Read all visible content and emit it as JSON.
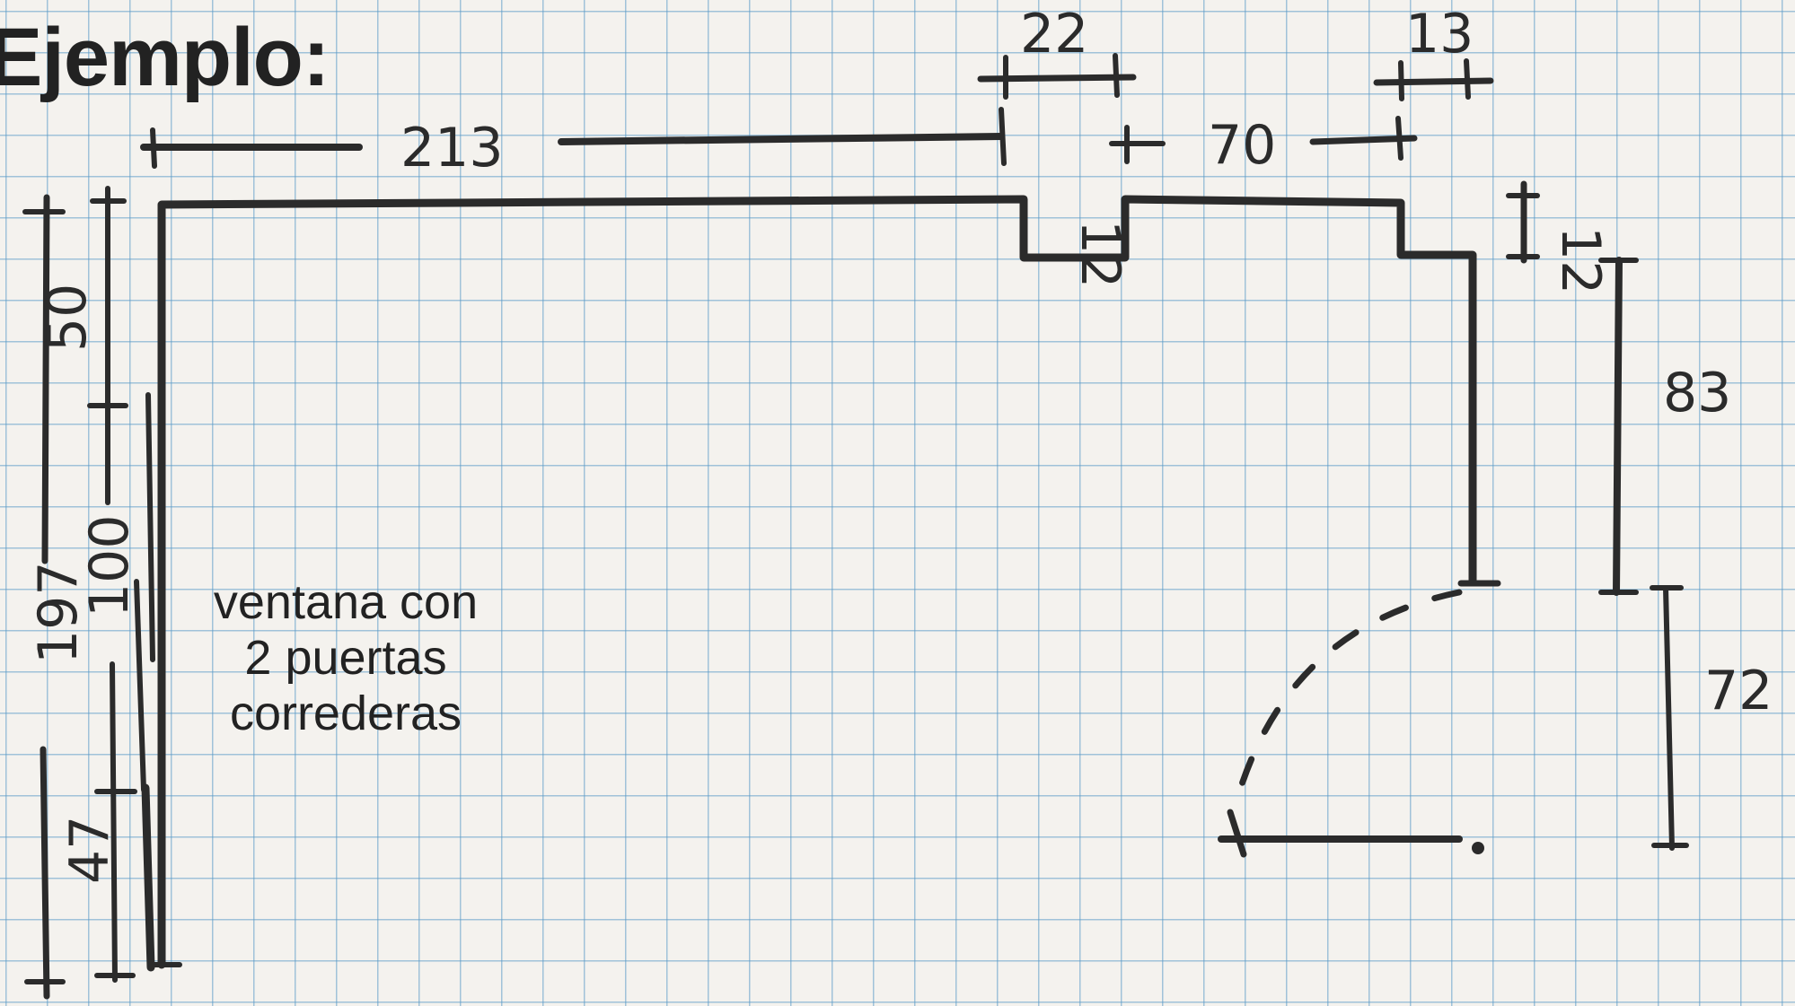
{
  "title": "Ejemplo:",
  "note": {
    "line1": "ventana con",
    "line2": "2 puertas",
    "line3": "correderas"
  },
  "dimensions": {
    "top_left_wall": "213",
    "top_recess": "22",
    "top_right_wall": "70",
    "top_right_step": "13",
    "right_step_depth": "12",
    "recess_depth": "12",
    "right_wall": "83",
    "door_opening": "72",
    "left_total": "197",
    "left_top": "50",
    "left_window": "100",
    "left_bottom": "47"
  },
  "colors": {
    "paper": "#f4f2ee",
    "grid": "#5a9bc8",
    "ink": "#2b2b2b"
  }
}
